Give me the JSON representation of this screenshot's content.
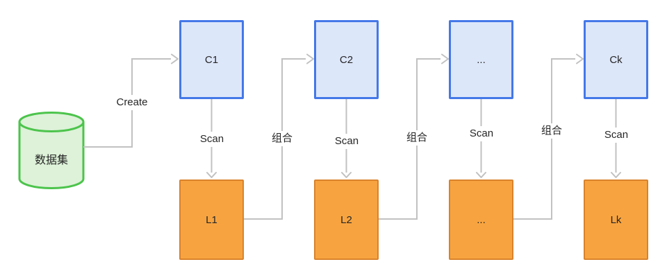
{
  "diagram": {
    "dataset": {
      "label": "数据集"
    },
    "top_nodes": [
      {
        "label": "C1"
      },
      {
        "label": "C2"
      },
      {
        "label": "..."
      },
      {
        "label": "Ck"
      }
    ],
    "bottom_nodes": [
      {
        "label": "L1"
      },
      {
        "label": "L2"
      },
      {
        "label": "..."
      },
      {
        "label": "Lk"
      }
    ],
    "edge_labels": {
      "create": "Create",
      "scan": [
        "Scan",
        "Scan",
        "Scan",
        "Scan"
      ],
      "combine": [
        "组合",
        "组合",
        "组合"
      ]
    },
    "colors": {
      "top_node_fill": "#dde7fa",
      "top_node_border": "#4478e8",
      "bottom_node_fill": "#f7a440",
      "bottom_node_border": "#d9822b",
      "dataset_fill": "#ddf2d8",
      "dataset_border": "#4cc44c",
      "connector": "#c1c1c1",
      "text": "#262626"
    }
  }
}
